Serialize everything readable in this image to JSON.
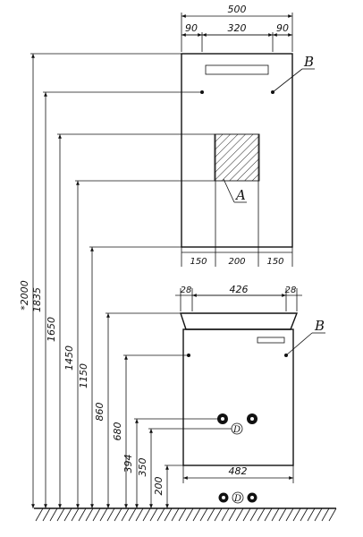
{
  "mirror": {
    "width": "500",
    "left_margin": "90",
    "center_span": "320",
    "right_margin": "90",
    "bottom_left": "150",
    "bottom_center": "200",
    "bottom_right": "150",
    "mount_label": "B",
    "panel_label": "A"
  },
  "cabinet": {
    "top_left": "28",
    "top_width": "426",
    "top_right": "28",
    "base_width": "482",
    "mount_label": "B",
    "pipe_label": "D"
  },
  "heights": {
    "h2000": "*2000",
    "h1835": "1835",
    "h1650": "1650",
    "h1450": "1450",
    "h1150": "1150",
    "h860": "860",
    "h680": "680",
    "h394": "394",
    "h350": "350",
    "h200": "200"
  },
  "floor": {
    "pipe_label": "D"
  }
}
